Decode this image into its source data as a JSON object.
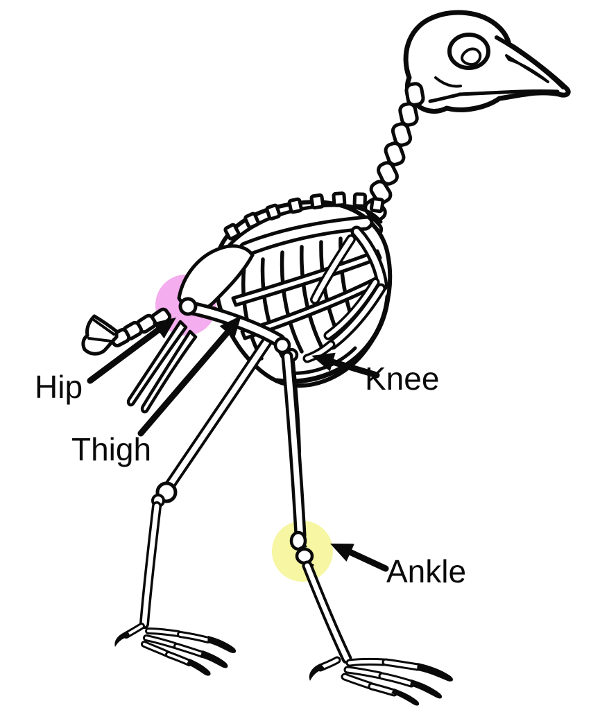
{
  "figure": {
    "name": "bird-skeleton-lateral-view",
    "background_color": "#ffffff",
    "line_color": "#0a0a0a"
  },
  "annotations": {
    "hip": {
      "label": "Hip",
      "highlight_color": "#f4adee"
    },
    "thigh": {
      "label": "Thigh"
    },
    "knee": {
      "label": "Knee",
      "highlight_color": "#acd4a6"
    },
    "ankle": {
      "label": "Ankle",
      "highlight_color": "#f6f6a3"
    }
  }
}
